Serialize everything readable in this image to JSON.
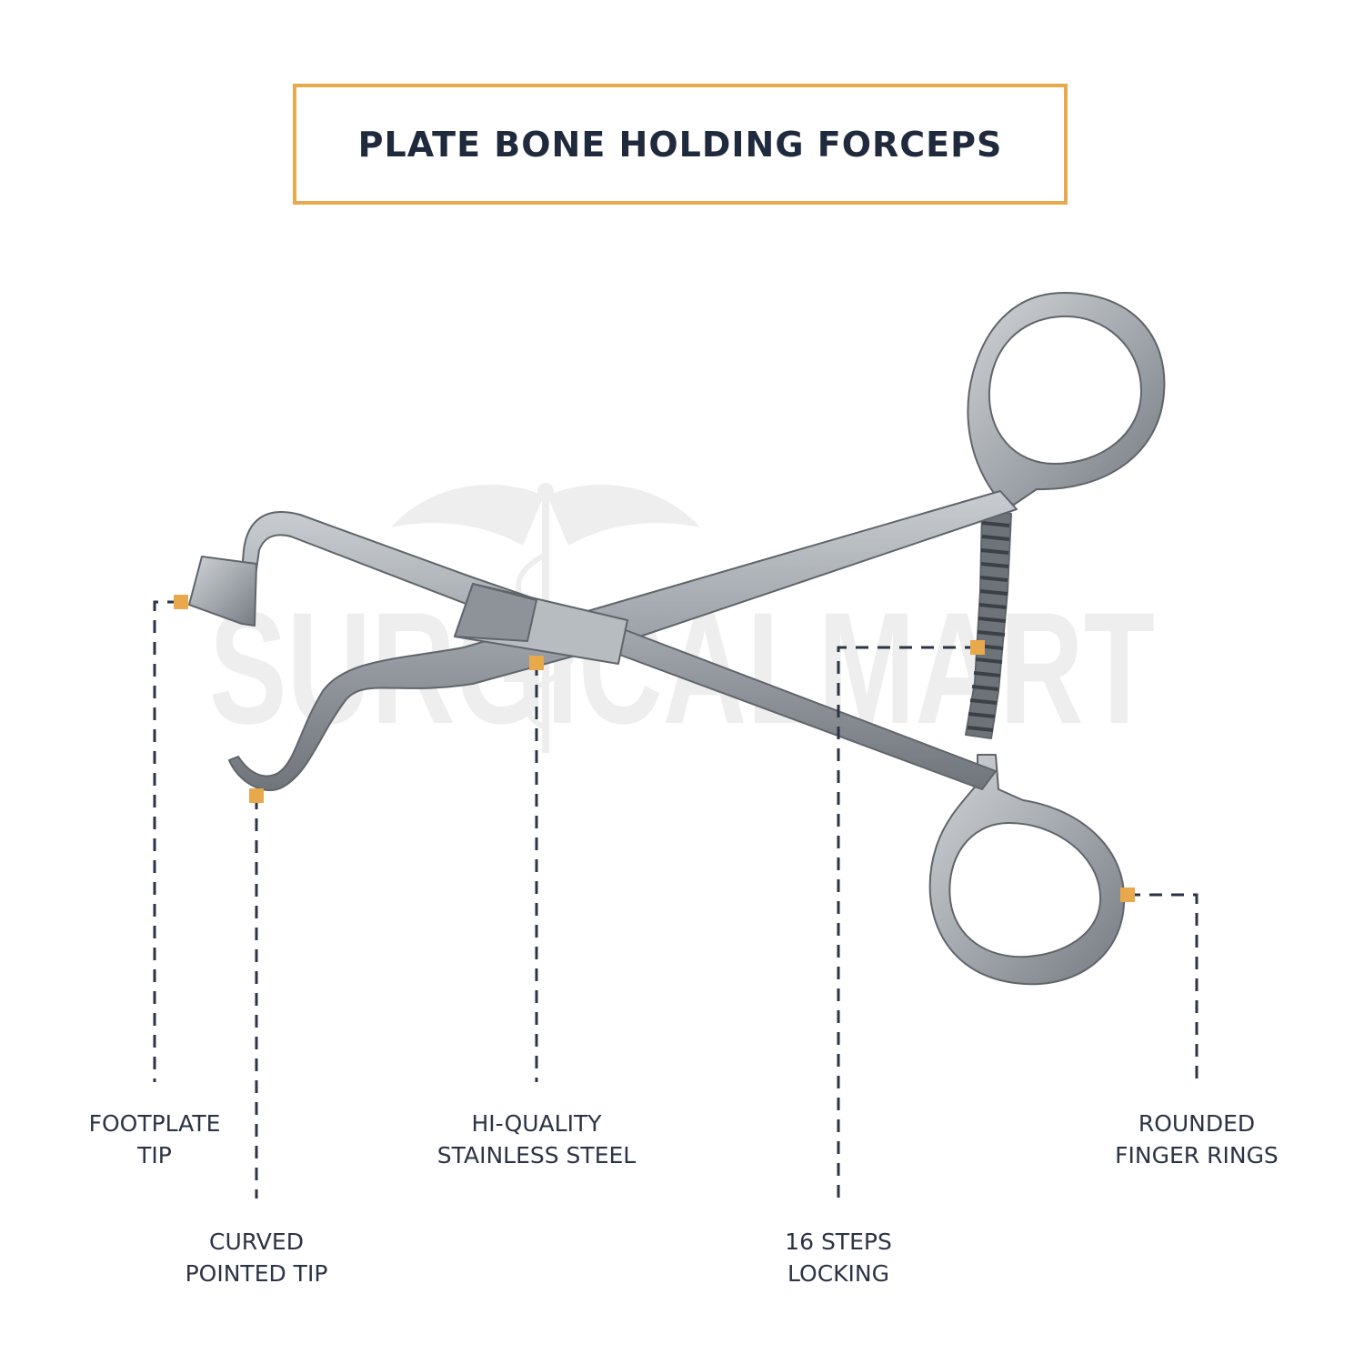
{
  "title": "PLATE BONE HOLDING FORCEPS",
  "watermark": {
    "logo": "caduceus-wings",
    "text": "SURGICALMART"
  },
  "colors": {
    "accent": "#e8a84c",
    "leader_line": "#2c3345",
    "text": "#2c3345",
    "steel": "#9aa0a6",
    "watermark": "#e6e6e6"
  },
  "callouts": [
    {
      "id": "footplate-tip",
      "line1": "FOOTPLATE",
      "line2": "TIP"
    },
    {
      "id": "curved-pointed-tip",
      "line1": "CURVED",
      "line2": "POINTED TIP"
    },
    {
      "id": "stainless-steel",
      "line1": "HI-QUALITY",
      "line2": "STAINLESS STEEL"
    },
    {
      "id": "steps-locking",
      "line1": "16 STEPS",
      "line2": "LOCKING"
    },
    {
      "id": "finger-rings",
      "line1": "ROUNDED",
      "line2": "FINGER RINGS"
    }
  ]
}
